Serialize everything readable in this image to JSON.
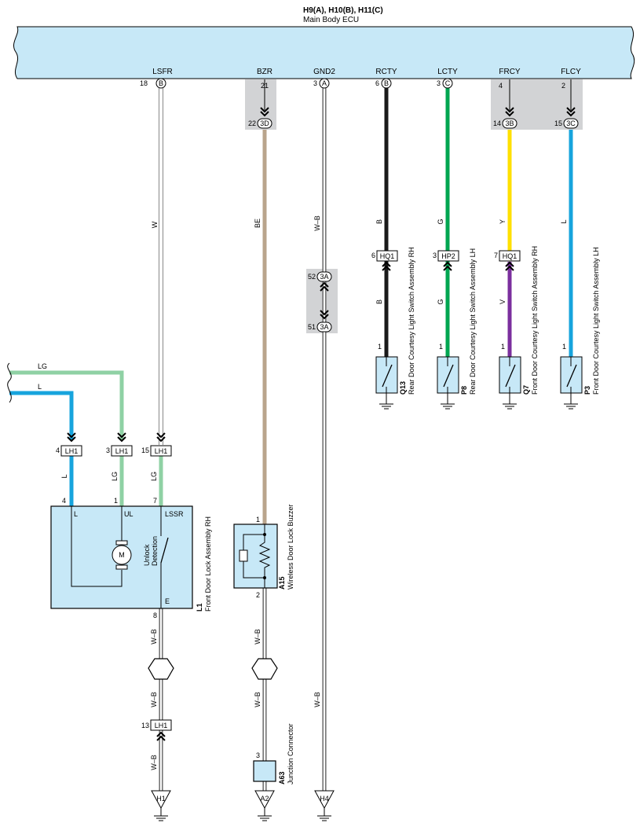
{
  "ecu": {
    "title": "H9(A), H10(B), H11(C)",
    "subtitle": "Main Body ECU",
    "terminals": [
      {
        "name": "LSFR",
        "pin": "18",
        "conn": "B"
      },
      {
        "name": "BZR",
        "pin": "21",
        "conn": ""
      },
      {
        "name": "GND2",
        "pin": "3",
        "conn": "A"
      },
      {
        "name": "RCTY",
        "pin": "6",
        "conn": "B"
      },
      {
        "name": "LCTY",
        "pin": "3",
        "conn": "C"
      },
      {
        "name": "FRCY",
        "pin": "4",
        "conn": ""
      },
      {
        "name": "FLCY",
        "pin": "2",
        "conn": ""
      }
    ]
  },
  "wire_labels": {
    "lsfr_main": "W",
    "bzr_main": "BE",
    "gnd2_upper": "W–B",
    "gnd2_lower": "W–B",
    "rcty_upper": "B",
    "rcty_lower": "B",
    "lcty_upper": "G",
    "lcty_lower": "G",
    "frcy_upper": "Y",
    "frcy_lower": "V",
    "flcy_main": "L",
    "lg_in": "LG",
    "l_in": "L",
    "l_down": "L",
    "lg_down1": "LG",
    "lg_down2": "LG",
    "e_wb1": "W–B",
    "e_wb2": "W–B",
    "e_wb3": "W–B",
    "a15_wb1": "W–B",
    "a15_wb2": "W–B"
  },
  "junctions": {
    "bzr": {
      "pin": "22",
      "tag": "3D"
    },
    "frcy": {
      "pin": "14",
      "tag": "3B"
    },
    "flcy": {
      "pin": "15",
      "tag": "3C"
    },
    "gnd_top": {
      "pin": "52",
      "tag": "3A"
    },
    "gnd_bot": {
      "pin": "51",
      "tag": "3A"
    }
  },
  "connectors": {
    "hq1_rcty": {
      "pin": "6",
      "tag": "HQ1"
    },
    "hp2_lcty": {
      "pin": "3",
      "tag": "HP2"
    },
    "hq1_frcy": {
      "pin": "7",
      "tag": "HQ1"
    },
    "lh1_l": {
      "pin": "4",
      "tag": "LH1"
    },
    "lh1_lg": {
      "pin": "3",
      "tag": "LH1"
    },
    "lh1_w": {
      "pin": "15",
      "tag": "LH1"
    },
    "lh1_wb": {
      "pin": "13",
      "tag": "LH1"
    }
  },
  "switches": [
    {
      "code": "Q13",
      "name": "Rear Door Courtesy Light Switch Assembly RH",
      "pin": "1"
    },
    {
      "code": "P8",
      "name": "Rear Door Courtesy Light Switch Assembly LH",
      "pin": "1"
    },
    {
      "code": "Q7",
      "name": "Front Door Courtesy Light Switch Assembly RH",
      "pin": "1"
    },
    {
      "code": "P3",
      "name": "Front Door Courtesy Light Switch Assembly LH",
      "pin": "1"
    }
  ],
  "lock_assembly": {
    "code": "L1",
    "name": "Front Door Lock Assembly RH",
    "pin_l": "4",
    "pin_ul": "1",
    "pin_lssr": "7",
    "pin_e": "8",
    "lbl_l": "L",
    "lbl_ul": "UL",
    "lbl_lssr": "LSSR",
    "lbl_e": "E",
    "motor": "M",
    "detect1": "Unlock",
    "detect2": "Detection"
  },
  "buzzer": {
    "code": "A15",
    "name": "Wireless Door Lock Buzzer",
    "pin_in": "1",
    "pin_out": "2"
  },
  "junction_connector": {
    "code": "A63",
    "name": "Junction Connector",
    "pin": "3"
  },
  "grounds": [
    "H1",
    "A2",
    "H4"
  ],
  "colors": {
    "ecu_fill": "#c7e8f7",
    "gray_box": "#d2d3d5",
    "wire_black": "#1a1a1a",
    "wire_green": "#00a651",
    "wire_yellow": "#ffe000",
    "wire_purple": "#7b2f9e",
    "wire_blue": "#17a4dd",
    "wire_beige": "#b9a48c",
    "wire_lightgreen": "#8fd1a4",
    "component_fill": "#c7e8f7"
  }
}
